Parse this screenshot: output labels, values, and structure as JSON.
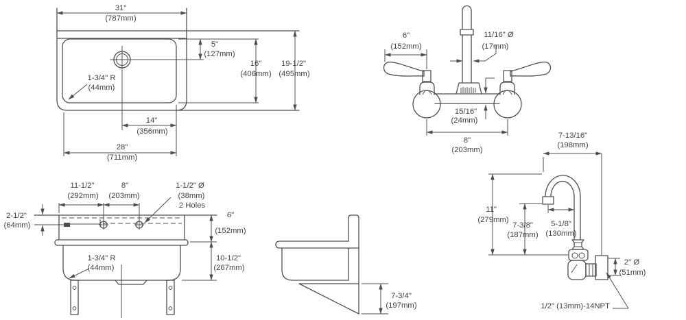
{
  "palette": {
    "background": "#ffffff",
    "line": "#4d4e50",
    "text": "#404042"
  },
  "views": {
    "sink_top_view": {
      "dimensions": {
        "overall_width": {
          "inches": "31\"",
          "metric": "(787mm)"
        },
        "drain_to_back": {
          "inches": "5\"",
          "metric": "(127mm)"
        },
        "bowl_front_to_back": {
          "inches": "16\"",
          "metric": "(406mm)"
        },
        "overall_front_to_back": {
          "inches": "19-1/2\"",
          "metric": "(495mm)"
        },
        "corner_radius": {
          "inches": "1-3/4\" R",
          "metric": "(44mm)"
        },
        "drain_to_side": {
          "inches": "14\"",
          "metric": "(356mm)"
        },
        "bowl_width": {
          "inches": "28\"",
          "metric": "(711mm)"
        }
      }
    },
    "faucet_front_view": {
      "dimensions": {
        "handle_length": {
          "inches": "6\"",
          "metric": "(152mm)"
        },
        "spout_diameter": {
          "inches": "11/16\" Ø",
          "metric": "(17mm)"
        },
        "body_height": {
          "inches": "15/16\"",
          "metric": "(24mm)"
        },
        "faucet_centers": {
          "inches": "8\"",
          "metric": "(203mm)"
        }
      }
    },
    "sink_front_view": {
      "dimensions": {
        "edge_to_first_hole": {
          "inches": "11-1/2\"",
          "metric": "(292mm)"
        },
        "hole_spacing": {
          "inches": "8\"",
          "metric": "(203mm)"
        },
        "faucet_holes": {
          "inches": "1-1/2\" Ø",
          "metric": "(38mm)",
          "note": "2 Holes"
        },
        "top_to_hole_centerline": {
          "inches": "2-1/2\"",
          "metric": "(64mm)"
        },
        "backsplash_height": {
          "inches": "6\"",
          "metric": "(152mm)"
        },
        "bowl_depth": {
          "inches": "10-1/2\"",
          "metric": "(267mm)"
        },
        "corner_radius": {
          "inches": "1-3/4\" R",
          "metric": "(44mm)"
        }
      }
    },
    "sink_side_view": {
      "dimensions": {
        "bracket_height": {
          "inches": "7-3/4\"",
          "metric": "(197mm)"
        }
      }
    },
    "faucet_side_view": {
      "dimensions": {
        "spout_projection": {
          "inches": "7-13/16\"",
          "metric": "(198mm)"
        },
        "overall_height": {
          "inches": "11\"",
          "metric": "(279mm)"
        },
        "outlet_height": {
          "inches": "7-3/8\"",
          "metric": "(187mm)"
        },
        "spout_reach": {
          "inches": "5-1/8\"",
          "metric": "(130mm)"
        },
        "flange_diameter": {
          "inches": "2\" Ø",
          "metric": "(51mm)"
        },
        "inlet_connection": "1/2\" (13mm)-14NPT"
      }
    }
  }
}
